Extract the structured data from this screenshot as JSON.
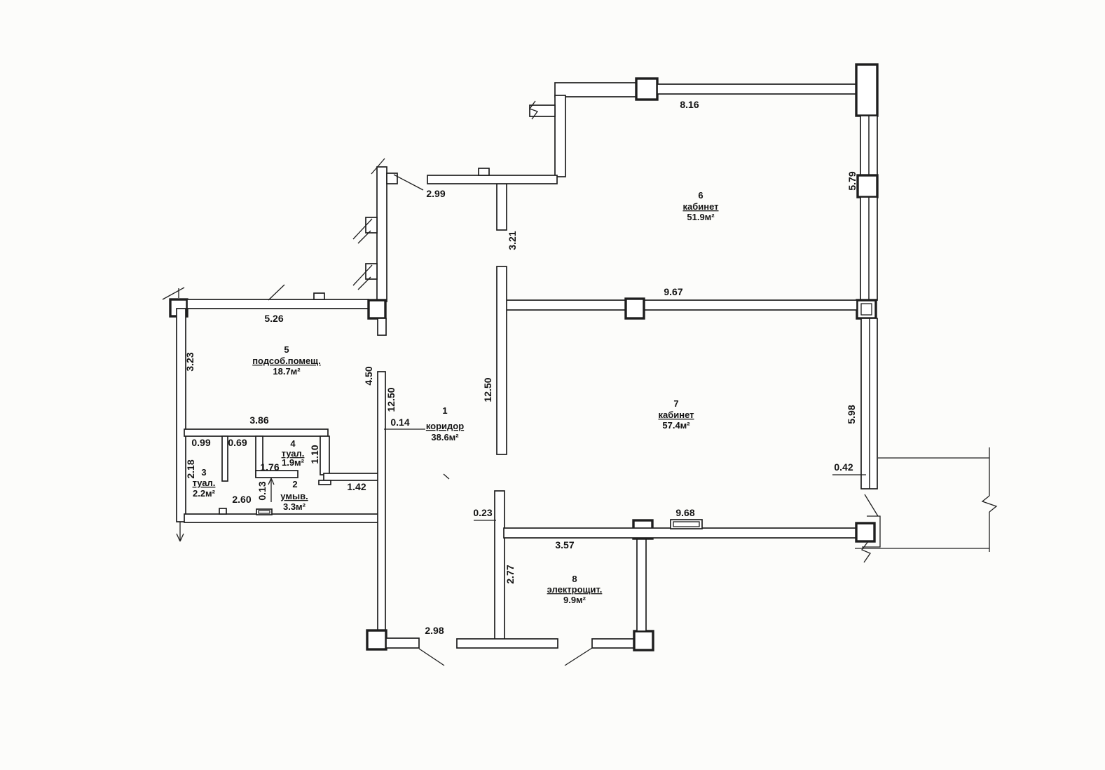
{
  "rooms": {
    "r1": {
      "number": "1",
      "name": "коридор",
      "area": "38.6м²"
    },
    "r2": {
      "number": "2",
      "name": "умыв.",
      "area": "3.3м²"
    },
    "r3": {
      "number": "3",
      "name": "туал.",
      "area": "2.2м²"
    },
    "r4": {
      "number": "4",
      "name": "туал.",
      "area": "1.9м²"
    },
    "r5": {
      "number": "5",
      "name": "подсоб.помещ.",
      "area": "18.7м²"
    },
    "r6": {
      "number": "6",
      "name": "кабинет",
      "area": "51.9м²"
    },
    "r7": {
      "number": "7",
      "name": "кабинет",
      "area": "57.4м²"
    },
    "r8": {
      "number": "8",
      "name": "электрощит.",
      "area": "9.9м²"
    }
  },
  "dims": {
    "d_816": "8.16",
    "d_579": "5.79",
    "d_299": "2.99",
    "d_321": "3.21",
    "d_967": "9.67",
    "d_1250": "12.50",
    "d_526": "5.26",
    "d_323": "3.23",
    "d_450": "4.50",
    "d_014": "0.14",
    "d_386": "3.86",
    "d_099": "0.99",
    "d_069": "0.69",
    "d_218": "2.18",
    "d_176": "1.76",
    "d_110": "1.10",
    "d_013": "0.13",
    "d_260": "2.60",
    "d_142": "1.42",
    "d_598": "5.98",
    "d_042": "0.42",
    "d_023": "0.23",
    "d_968": "9.68",
    "d_357": "3.57",
    "d_277": "2.77",
    "d_298": "2.98"
  },
  "colors": {
    "ink": "#1e1e1e",
    "paper": "#fcfcfa"
  }
}
